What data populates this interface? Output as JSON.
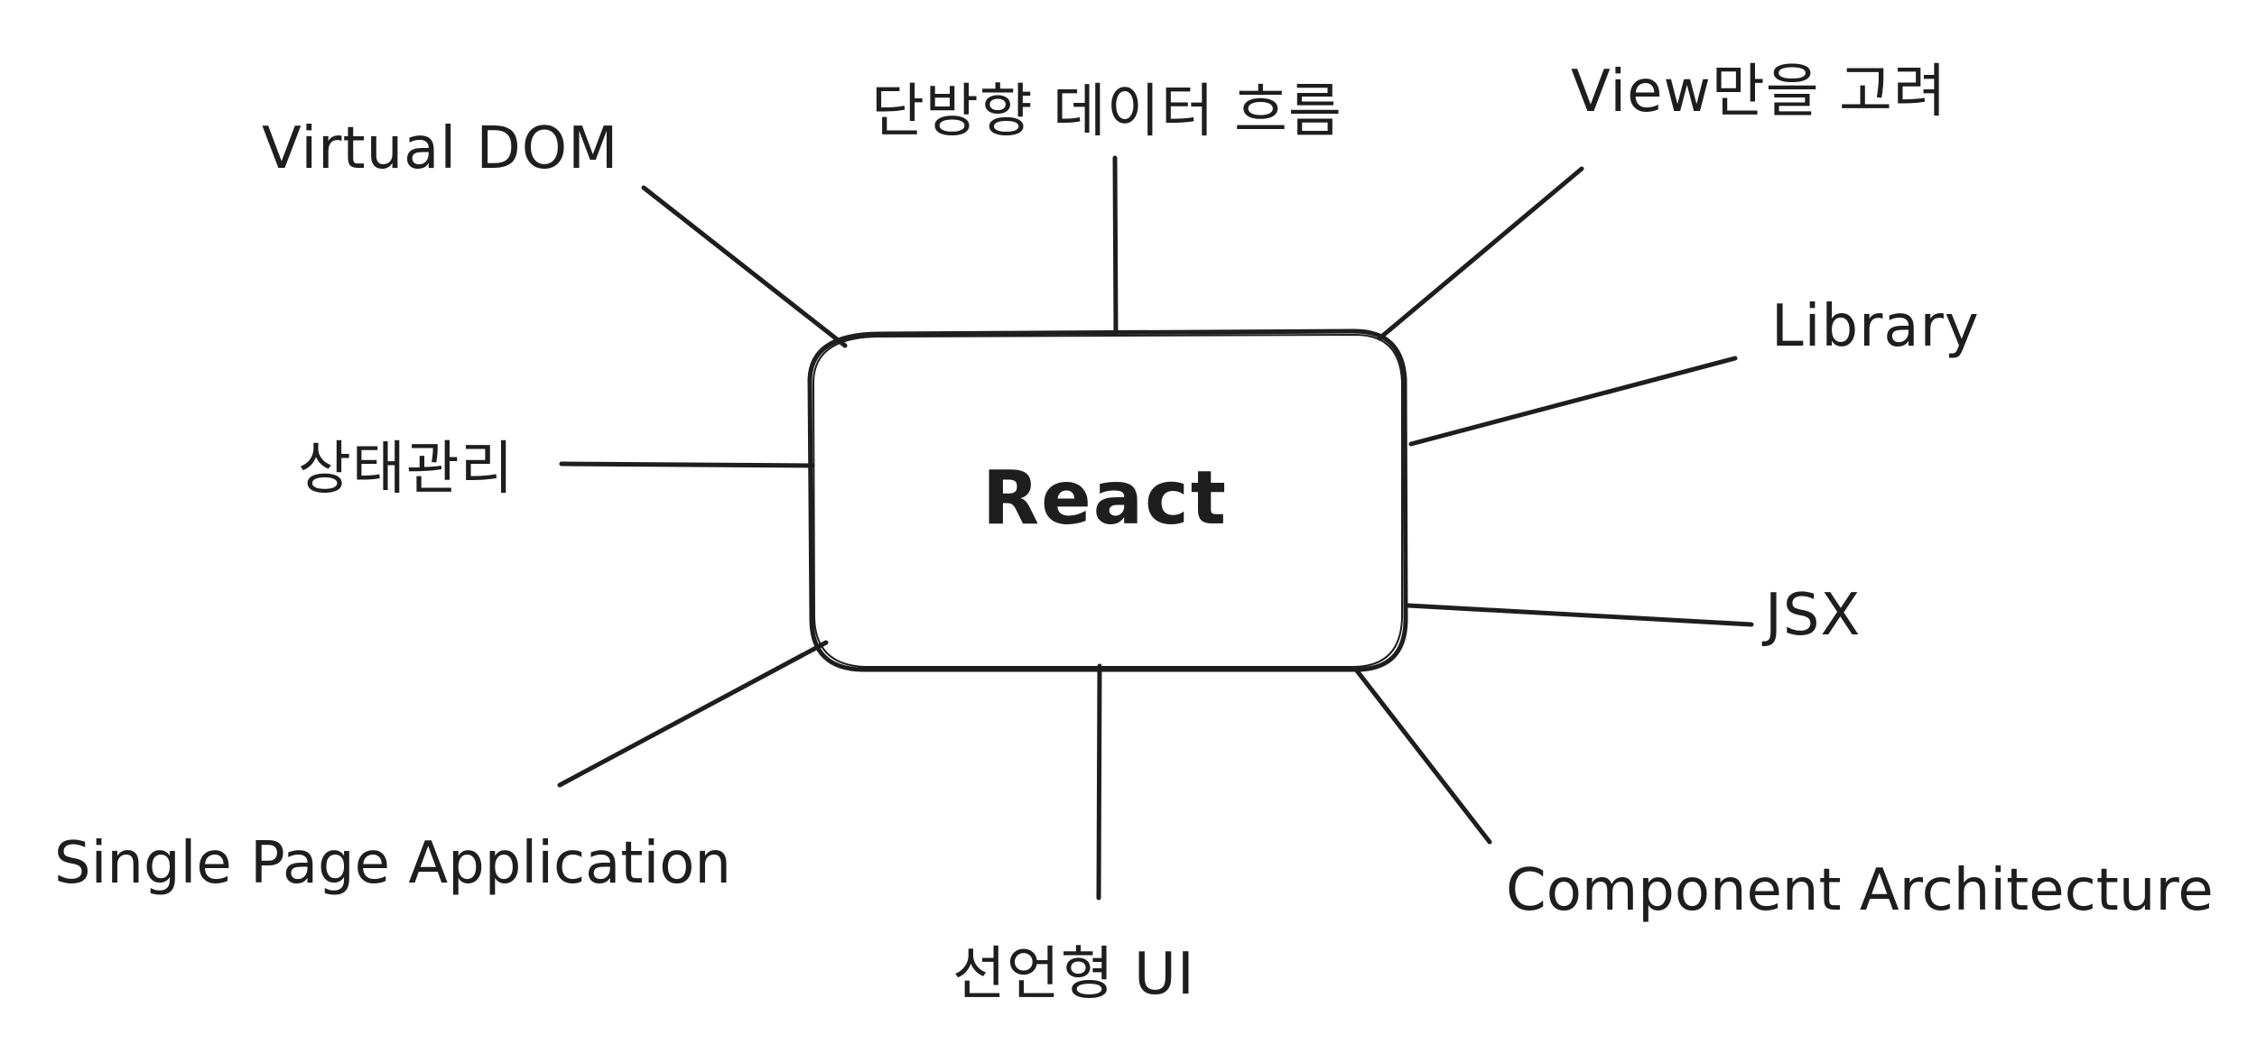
{
  "diagram": {
    "center": {
      "label": "React"
    },
    "nodes": [
      {
        "id": "virtual-dom",
        "label": "Virtual DOM"
      },
      {
        "id": "unidirectional-data-flow",
        "label": "단방향 데이터 흐름"
      },
      {
        "id": "view-only",
        "label": "View만을 고려"
      },
      {
        "id": "library",
        "label": "Library"
      },
      {
        "id": "state-management",
        "label": "상태관리"
      },
      {
        "id": "jsx",
        "label": "JSX"
      },
      {
        "id": "single-page-application",
        "label": "Single Page Application"
      },
      {
        "id": "declarative-ui",
        "label": "선언형 UI"
      },
      {
        "id": "component-architecture",
        "label": "Component Architecture"
      }
    ],
    "stroke_color": "#1e1e1e"
  }
}
